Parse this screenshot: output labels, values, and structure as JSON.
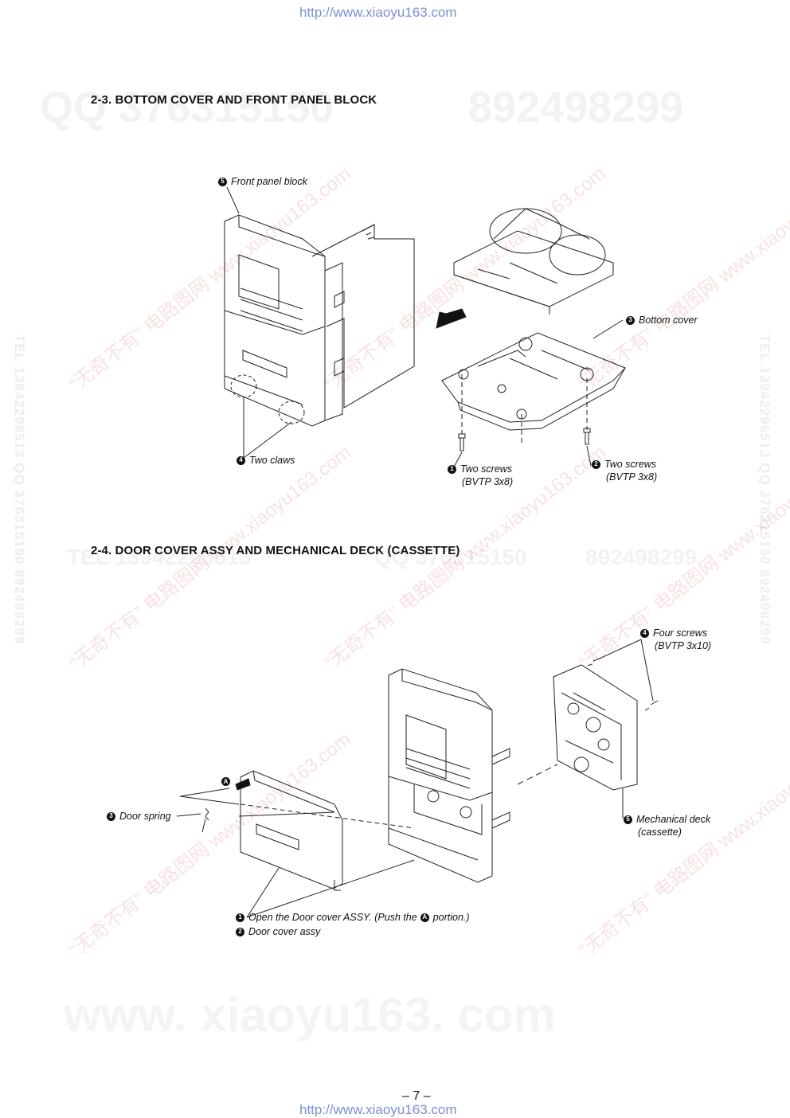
{
  "header_url": "http://www.xiaoyu163.com",
  "footer_url": "http://www.xiaoyu163.com",
  "page_number": "– 7 –",
  "sections": [
    {
      "title": "2-3. BOTTOM COVER AND FRONT PANEL BLOCK",
      "callouts": [
        {
          "num": "5",
          "text": "Front panel block"
        },
        {
          "num": "3",
          "text": "Bottom cover"
        },
        {
          "num": "4",
          "text": "Two claws"
        },
        {
          "num": "1",
          "text": "Two screws",
          "sub": "(BVTP 3x8)"
        },
        {
          "num": "2",
          "text": "Two screws",
          "sub": "(BVTP 3x8)"
        }
      ]
    },
    {
      "title": "2-4. DOOR COVER ASSY AND MECHANICAL DECK (CASSETTE)",
      "callouts": [
        {
          "num": "4",
          "text": "Four screws",
          "sub": "(BVTP 3x10)"
        },
        {
          "num": "3",
          "text": "Door spring"
        },
        {
          "num": "5",
          "text": "Mechanical deck",
          "sub": "(cassette)"
        },
        {
          "num": "1",
          "text": "Open the Door cover ASSY. (Push the",
          "marker": "A",
          "text_after": "portion.)"
        },
        {
          "num": "2",
          "text": "Door cover assy"
        }
      ],
      "marker_label": "A"
    }
  ],
  "watermarks": {
    "qq_top": "QQ 376315150",
    "tel_top": "892498299",
    "tel_mid": "TEL 13942296513",
    "qq_mid": "QQ 376315150",
    "num_mid": "892498299",
    "side_right": "TEL 13942296513  QQ 376315150  892498299",
    "side_left": "TEL 13942296513  QQ 376315150  892498299",
    "site_red": "“无奇不有” 电路图网 www.xiaoyu163.com",
    "bottom": "www. xiaoyu163. com"
  }
}
